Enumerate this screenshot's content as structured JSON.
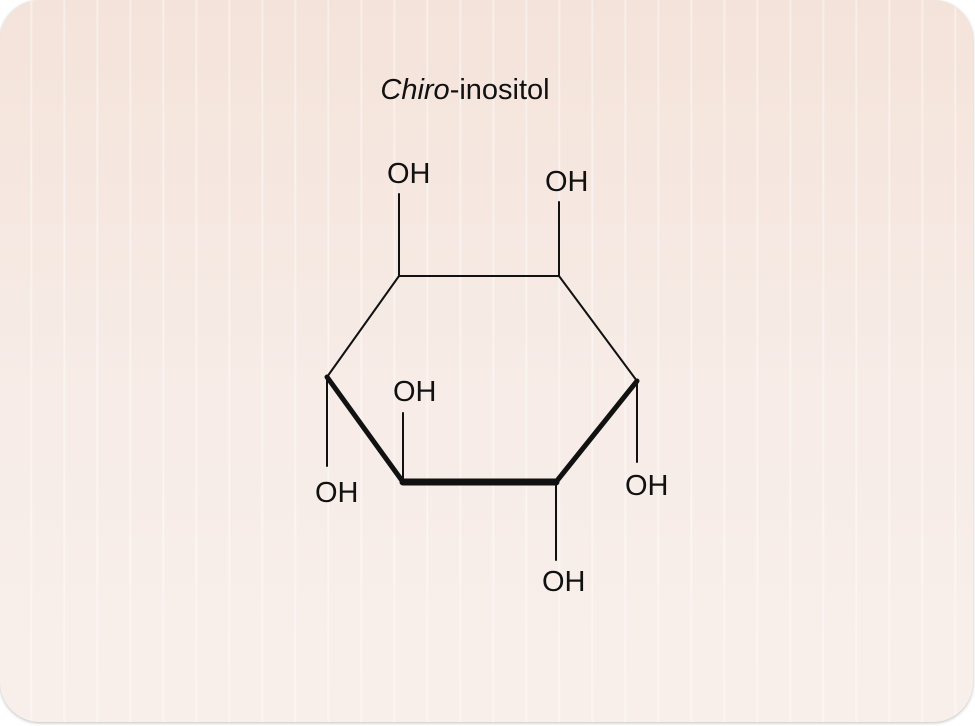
{
  "title": {
    "italic_part": "Chiro",
    "rest": "-inositol"
  },
  "substituents": {
    "top_left": "OH",
    "top_right": "OH",
    "inner_upper": "OH",
    "left_lower": "OH",
    "right_lower": "OH",
    "bottom": "OH"
  }
}
